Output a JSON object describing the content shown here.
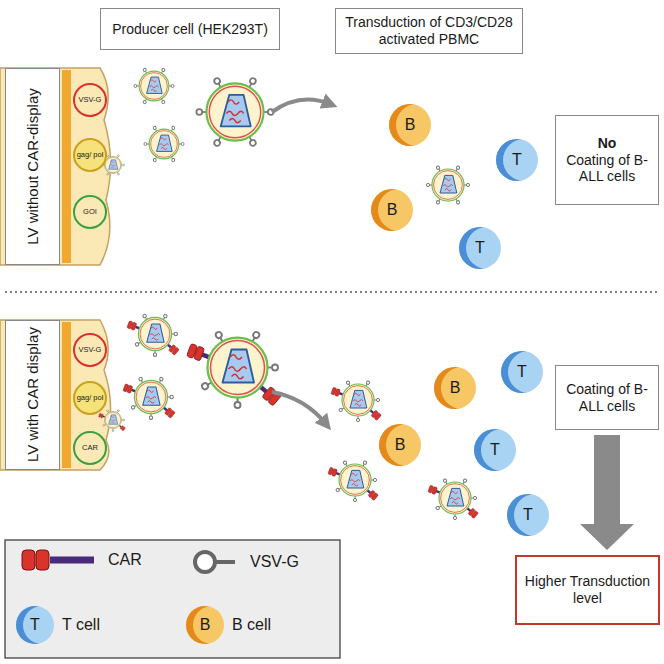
{
  "diagram": {
    "nodes": [
      {
        "text": [
          "Producer cell (HEK293T)"
        ]
      },
      {
        "text": [
          "Transduction of CD3/CD28 activated PBMC"
        ]
      },
      {
        "text": [
          "LV without CAR-display"
        ]
      },
      {
        "text": [
          "VSV-G"
        ]
      },
      {
        "text": [
          "gag/ pol"
        ]
      },
      {
        "text": [
          "GOI"
        ]
      },
      {
        "text": [
          "B"
        ]
      },
      {
        "text": [
          "T"
        ]
      },
      {
        "text": [
          "B"
        ]
      },
      {
        "text": [
          "T"
        ]
      },
      {
        "text": [
          "No",
          "Coating of B-ALL cells"
        ]
      },
      {
        "text": [
          "LV with CAR display"
        ]
      },
      {
        "text": [
          "VSV-G"
        ]
      },
      {
        "text": [
          "gag/ pol"
        ]
      },
      {
        "text": [
          "CAR"
        ]
      },
      {
        "text": [
          "T"
        ]
      },
      {
        "text": [
          "B"
        ]
      },
      {
        "text": [
          "B"
        ]
      },
      {
        "text": [
          "T"
        ]
      },
      {
        "text": [
          "T"
        ]
      },
      {
        "text": [
          "Coating of B-ALL cells"
        ]
      },
      {
        "text": [
          "Higher Transduction level"
        ]
      },
      {
        "text": [
          "T"
        ]
      },
      {
        "text": [
          "B"
        ]
      }
    ],
    "edges": [
      {
        "from": 20,
        "to": 21,
        "arrow": "to"
      }
    ],
    "legend": [
      {
        "text": "CAR"
      },
      {
        "text": "VSV-G"
      },
      {
        "text": "T cell"
      },
      {
        "text": "B cell"
      }
    ]
  }
}
